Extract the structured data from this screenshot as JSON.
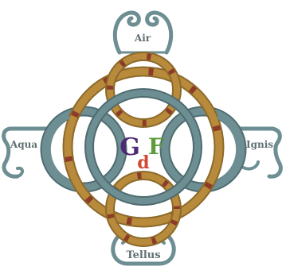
{
  "elements": {
    "air": "Air",
    "aqua": "Aqua",
    "ignis": "Ignis",
    "tellus": "Tellus"
  },
  "monogram": {
    "g": "G",
    "d": "d",
    "f": "F"
  },
  "colors": {
    "gold_ring": "#b88a3c",
    "gold_ring_dark": "#8d6a2b",
    "teal_ring": "#6d8e92",
    "teal_ring_dark": "#4f6c70",
    "brick_band": "#8c3b28",
    "scroll_fill": "#87aab0",
    "scroll_outline": "#55767a",
    "label_text": "#5f6f72",
    "mono_g": "#4d2a73",
    "mono_d": "#d34a34",
    "mono_f": "#5c9c3c"
  }
}
